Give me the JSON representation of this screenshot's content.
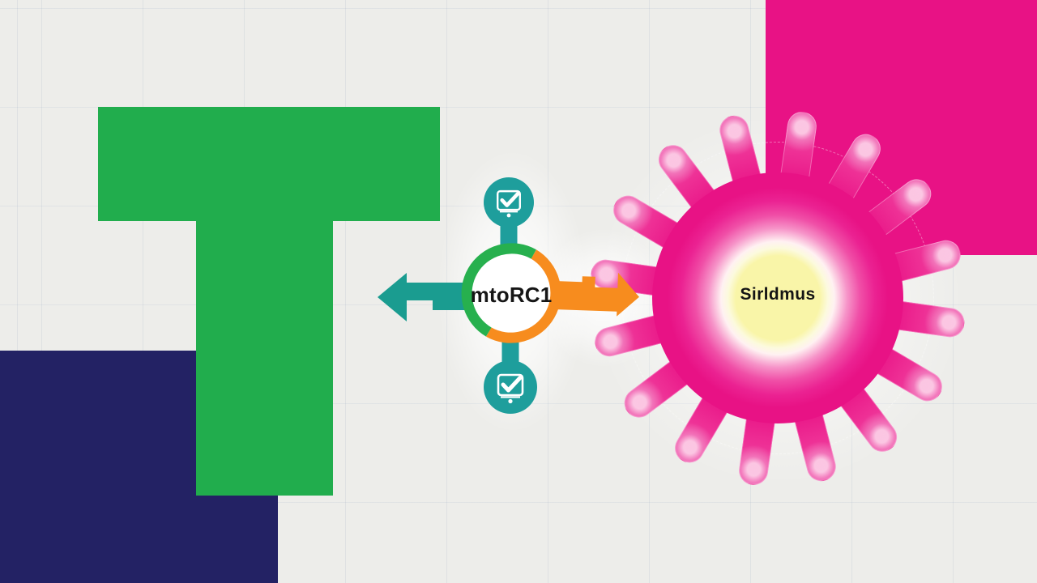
{
  "scene": {
    "description": "infographic still: mtoRC1 hub signaling toward Sirldmus cell"
  },
  "hub": {
    "label": "mtoRC1",
    "icons": {
      "top": "checkmark-monitor",
      "bottom": "checkmark-monitor"
    }
  },
  "cell": {
    "label": "Sirldmus",
    "spike_count": 16
  },
  "colors": {
    "background": "#EDEDEA",
    "green": "#21AD4D",
    "navy": "#232264",
    "pink": "#E81285",
    "orange": "#F78C1E",
    "teal_icon": "#1E9E9C",
    "teal_arrow": "#1A9C90",
    "yellow_core": "#F8F4A6",
    "label_text": "#141414"
  }
}
